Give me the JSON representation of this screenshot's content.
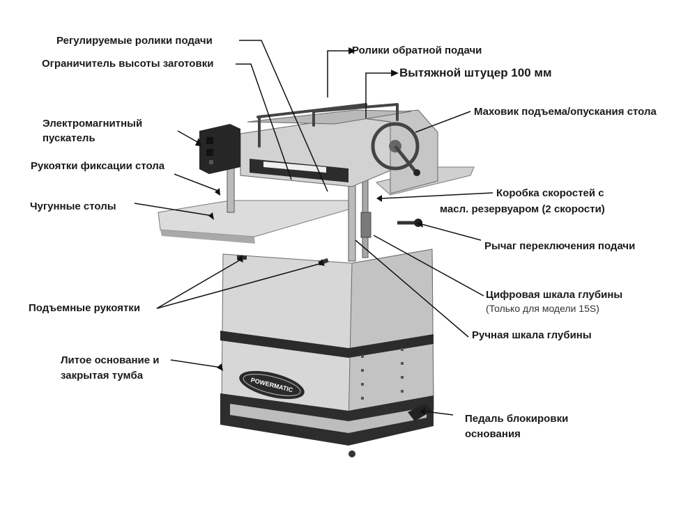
{
  "diagram": {
    "brand": "POWERMATIC",
    "labels": {
      "feed_rollers": "Регулируемые ролики подачи",
      "height_stop": "Ограничитель высоты заготовки",
      "return_rollers": "Ролики обратной подачи",
      "dust_port": "Вытяжной штуцер 100 мм",
      "mag_starter_1": "Электромагнитный",
      "mag_starter_2": "пускатель",
      "handwheel": "Маховик подъема/опускания стола",
      "table_locks": "Рукоятки фиксации стола",
      "gearbox_1": "Коробка скоростей с",
      "gearbox_2": "масл. резервуаром  (2 скорости)",
      "cast_tables": "Чугунные столы",
      "feed_lever": "Рычаг переключения подачи",
      "digital_scale": "Цифровая шкала глубины",
      "digital_scale_note": "(Только для модели 15S)",
      "lift_handles": "Подъемные рукоятки",
      "manual_scale": "Ручная шкала глубины",
      "base_1": "Литое основание и",
      "base_2": "закрытая тумба",
      "pedal_1": "Педаль блокировки",
      "pedal_2": "основания"
    }
  }
}
